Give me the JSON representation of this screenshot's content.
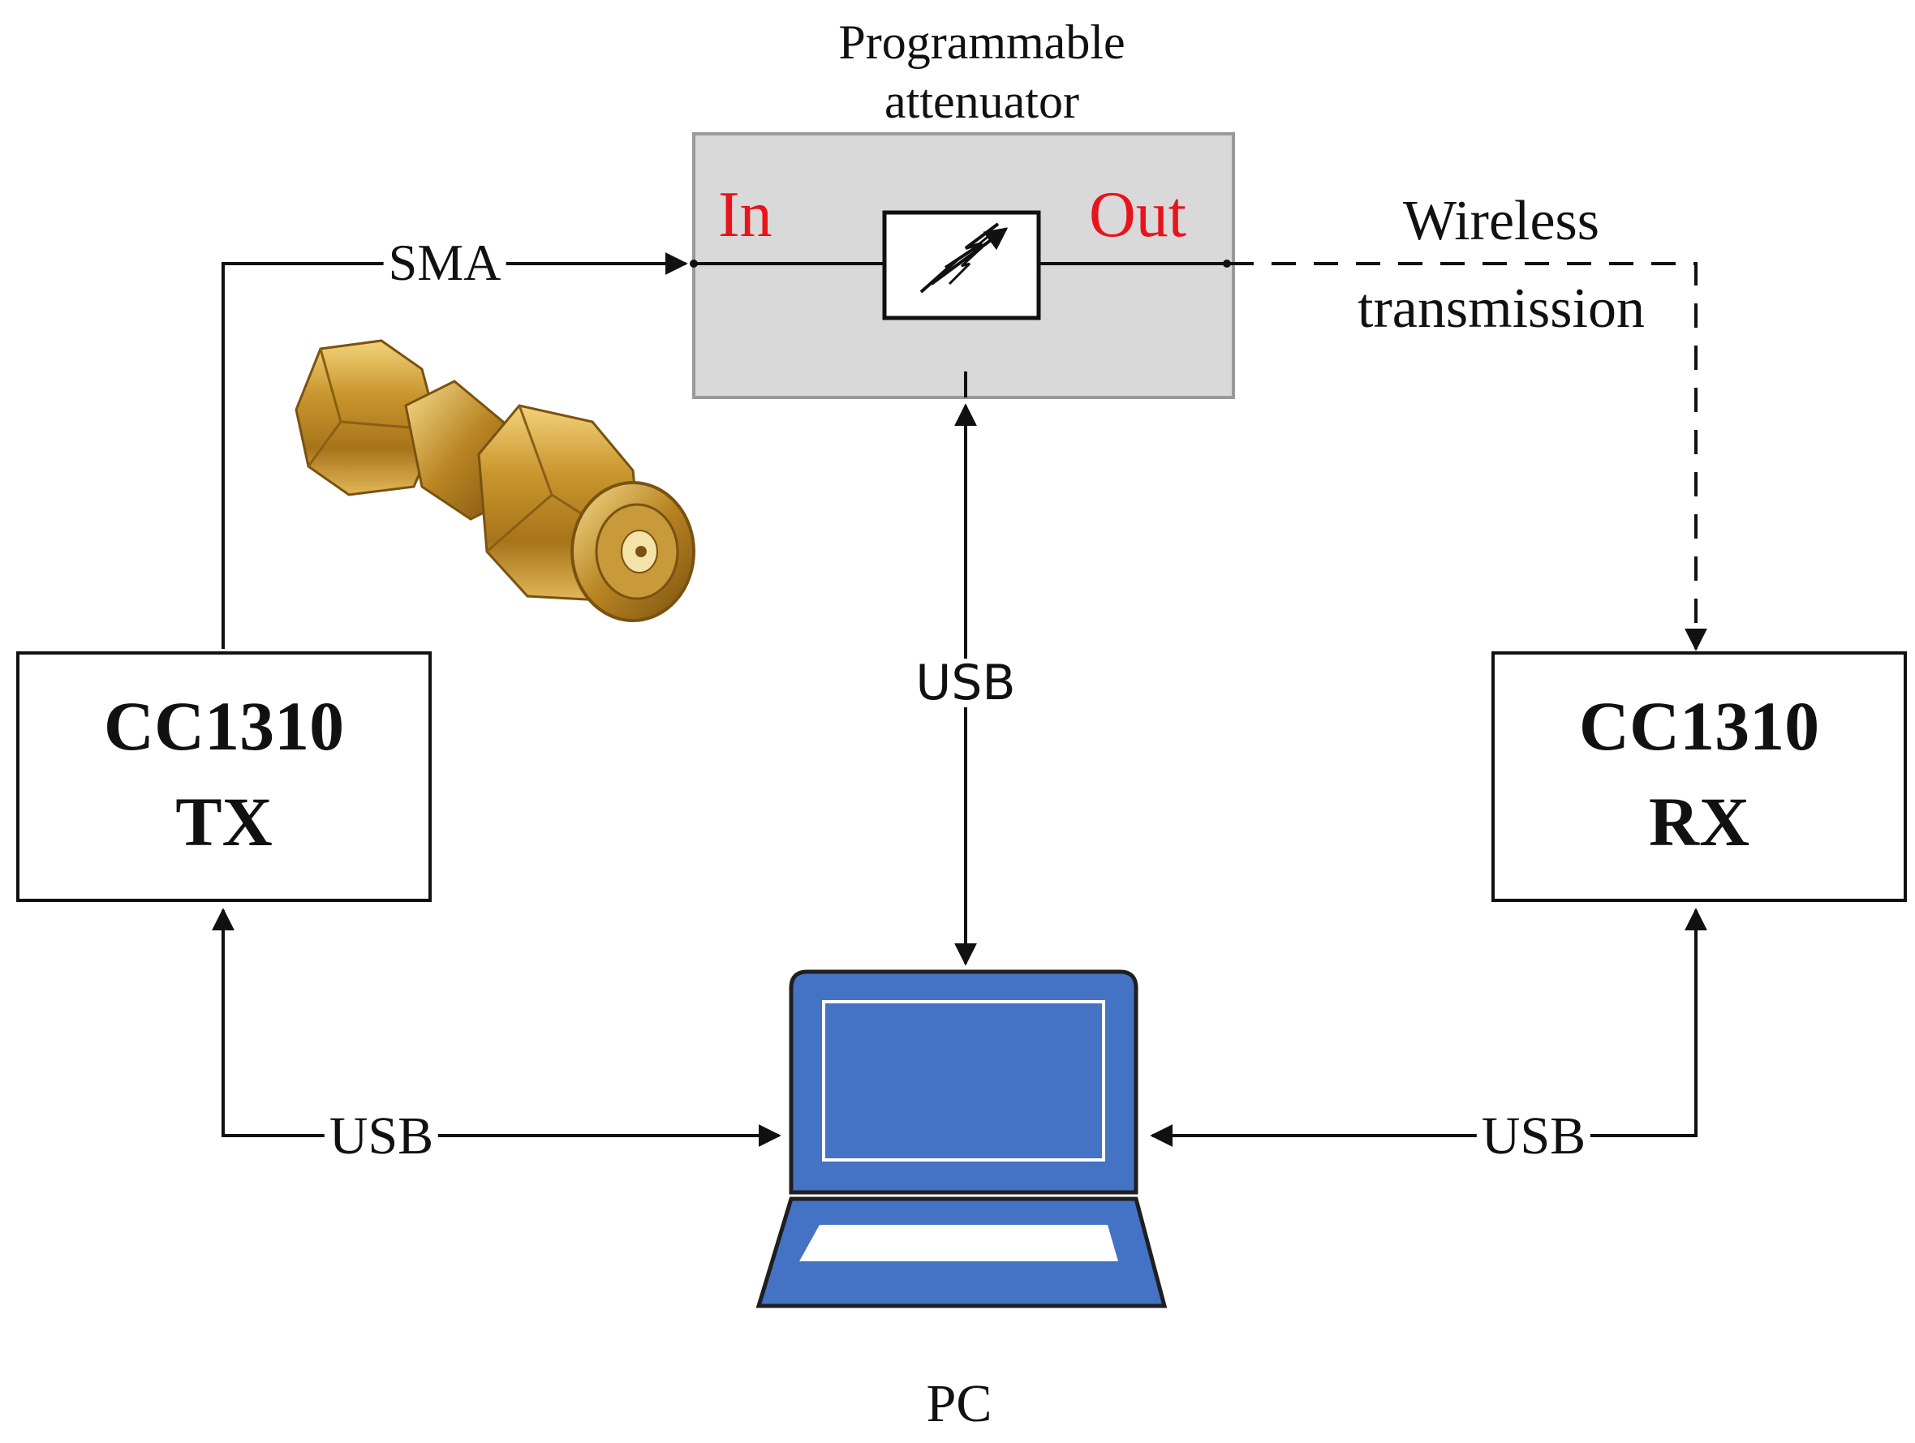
{
  "attenuator": {
    "title_line1": "Programmable",
    "title_line2": "attenuator",
    "in_label": "In",
    "out_label": "Out",
    "fill_color": "#d9d9d9"
  },
  "links": {
    "sma_label": "SMA",
    "wireless_line1": "Wireless",
    "wireless_line2": "transmission",
    "usb_attenuator": "USB",
    "usb_tx": "USB",
    "usb_rx": "USB"
  },
  "tx_box": {
    "line1": "CC1310",
    "line2": "TX"
  },
  "rx_box": {
    "line1": "CC1310",
    "line2": "RX"
  },
  "pc": {
    "label": "PC",
    "color": "#4472c4",
    "outline": "#1f1f1f"
  },
  "icons": {
    "connector": "sma-connector-icon",
    "laptop": "laptop-icon",
    "variable_attenuator": "variable-attenuator-icon"
  }
}
